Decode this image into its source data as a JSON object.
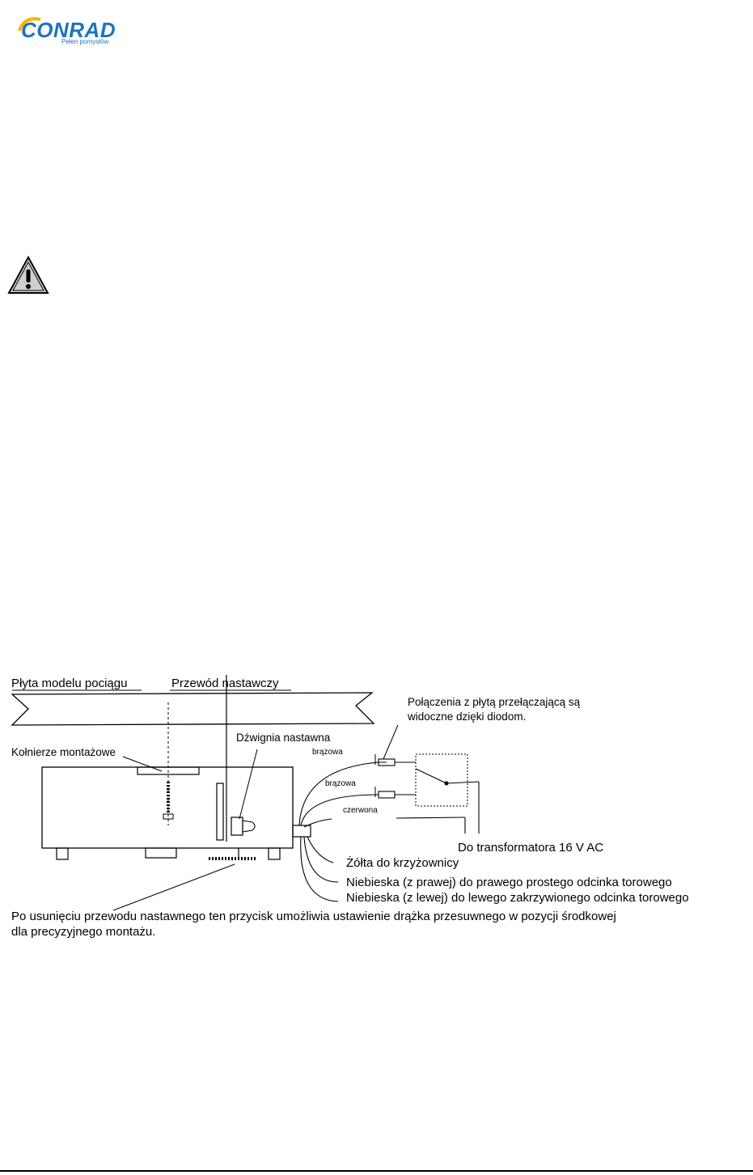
{
  "header": {
    "logo_text": "CONRAD",
    "logo_tagline": "Pełen pomysłów"
  },
  "colors": {
    "brand": "#1e73be",
    "brand_accent": "#f4b400"
  },
  "warning": {
    "icon": "warning-triangle-icon"
  },
  "diagram": {
    "labels": {
      "board": "Płyta modelu pociągu",
      "wire": "Przewód nastawczy",
      "connections_line1": "Połączenia z płytą przełączającą są",
      "connections_line2": "widoczne dzięki diodom.",
      "flanges": "Kołnierze montażowe",
      "lever": "Dźwignia nastawna",
      "brown1": "brązowa",
      "brown2": "brązowa",
      "red": "czerwona",
      "transformer": "Do transformatora 16 V AC",
      "yellow": "Żółta do krzyżownicy",
      "blue_right": "Niebieska (z prawej) do prawego prostego odcinka torowego",
      "blue_left": "Niebieska (z lewej) do lewego zakrzywionego odcinka torowego",
      "note_line1": "Po usunięciu przewodu nastawnego ten przycisk umożliwia ustawienie drążka przesuwnego w pozycji środkowej",
      "note_line2": "dla precyzyjnego montażu."
    }
  }
}
